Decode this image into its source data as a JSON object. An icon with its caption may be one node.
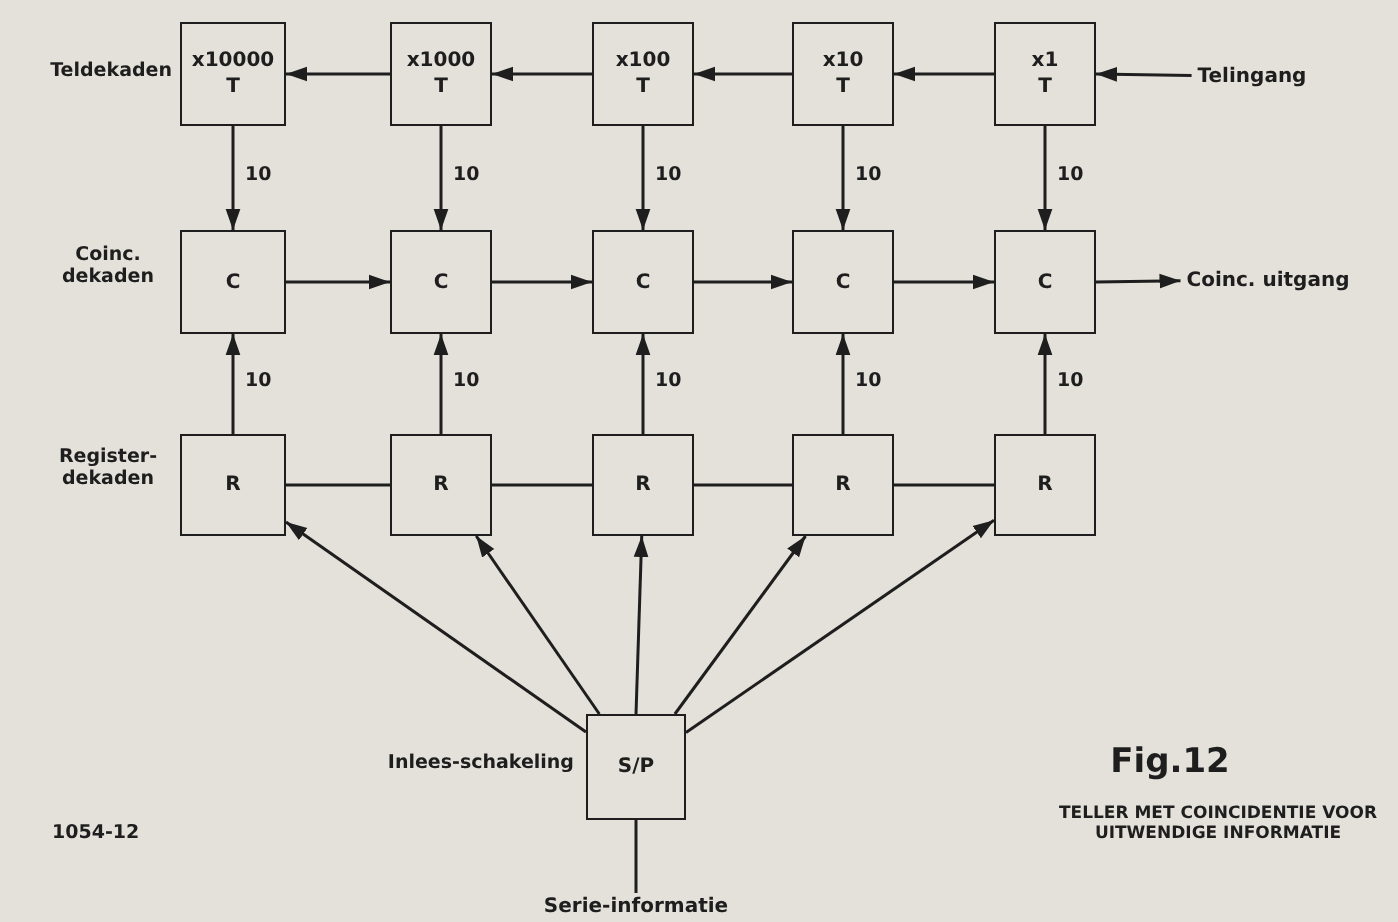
{
  "diagram": {
    "title": "Fig.12",
    "caption": "TELLER MET COINCIDENTIE VOOR UITWENDIGE INFORMATIE",
    "nodes": [
      {
        "text": [
          "x10000",
          "T"
        ]
      },
      {
        "text": [
          "x1000",
          "T"
        ]
      },
      {
        "text": [
          "x100",
          "T"
        ]
      },
      {
        "text": [
          "x10",
          "T"
        ]
      },
      {
        "text": [
          "x1",
          "T"
        ]
      },
      {
        "text": [
          "Telingang"
        ]
      },
      {
        "text": [
          "C"
        ]
      },
      {
        "text": [
          "C"
        ]
      },
      {
        "text": [
          "C"
        ]
      },
      {
        "text": [
          "C"
        ]
      },
      {
        "text": [
          "C"
        ]
      },
      {
        "text": [
          "Coinc. uitgang"
        ]
      },
      {
        "text": [
          "R"
        ]
      },
      {
        "text": [
          "R"
        ]
      },
      {
        "text": [
          "R"
        ]
      },
      {
        "text": [
          "R"
        ]
      },
      {
        "text": [
          "R"
        ]
      },
      {
        "text": [
          "S/P"
        ],
        "beside": [
          "Inlees-schakeling"
        ]
      },
      {
        "text": [
          "Serie-informatie"
        ]
      }
    ],
    "edges": [
      {
        "from": 5,
        "to": 4,
        "arrow": "to"
      },
      {
        "from": 4,
        "to": 3,
        "arrow": "to"
      },
      {
        "from": 3,
        "to": 2,
        "arrow": "to"
      },
      {
        "from": 2,
        "to": 1,
        "arrow": "to"
      },
      {
        "from": 1,
        "to": 0,
        "arrow": "to"
      },
      {
        "from": 0,
        "to": 6,
        "arrow": "to",
        "label": "10"
      },
      {
        "from": 1,
        "to": 7,
        "arrow": "to",
        "label": "10"
      },
      {
        "from": 2,
        "to": 8,
        "arrow": "to",
        "label": "10"
      },
      {
        "from": 3,
        "to": 9,
        "arrow": "to",
        "label": "10"
      },
      {
        "from": 4,
        "to": 10,
        "arrow": "to",
        "label": "10"
      },
      {
        "from": 6,
        "to": 7,
        "arrow": "to"
      },
      {
        "from": 7,
        "to": 8,
        "arrow": "to"
      },
      {
        "from": 8,
        "to": 9,
        "arrow": "to"
      },
      {
        "from": 9,
        "to": 10,
        "arrow": "to"
      },
      {
        "from": 10,
        "to": 11,
        "arrow": "to"
      },
      {
        "from": 12,
        "to": 6,
        "arrow": "to",
        "label": "10"
      },
      {
        "from": 13,
        "to": 7,
        "arrow": "to",
        "label": "10"
      },
      {
        "from": 14,
        "to": 8,
        "arrow": "to",
        "label": "10"
      },
      {
        "from": 15,
        "to": 9,
        "arrow": "to",
        "label": "10"
      },
      {
        "from": 16,
        "to": 10,
        "arrow": "to",
        "label": "10"
      },
      {
        "from": 12,
        "to": 13,
        "arrow": "none"
      },
      {
        "from": 13,
        "to": 14,
        "arrow": "none"
      },
      {
        "from": 14,
        "to": 15,
        "arrow": "none"
      },
      {
        "from": 15,
        "to": 16,
        "arrow": "none"
      },
      {
        "from": 17,
        "to": 12,
        "arrow": "to"
      },
      {
        "from": 17,
        "to": 13,
        "arrow": "to"
      },
      {
        "from": 17,
        "to": 14,
        "arrow": "to"
      },
      {
        "from": 17,
        "to": 15,
        "arrow": "to"
      },
      {
        "from": 17,
        "to": 16,
        "arrow": "to"
      },
      {
        "from": 18,
        "to": 17,
        "arrow": "none"
      }
    ],
    "labels": [
      "Teldekaden",
      "Coinc. dekaden",
      "Register-dekaden",
      "1054-12"
    ]
  }
}
